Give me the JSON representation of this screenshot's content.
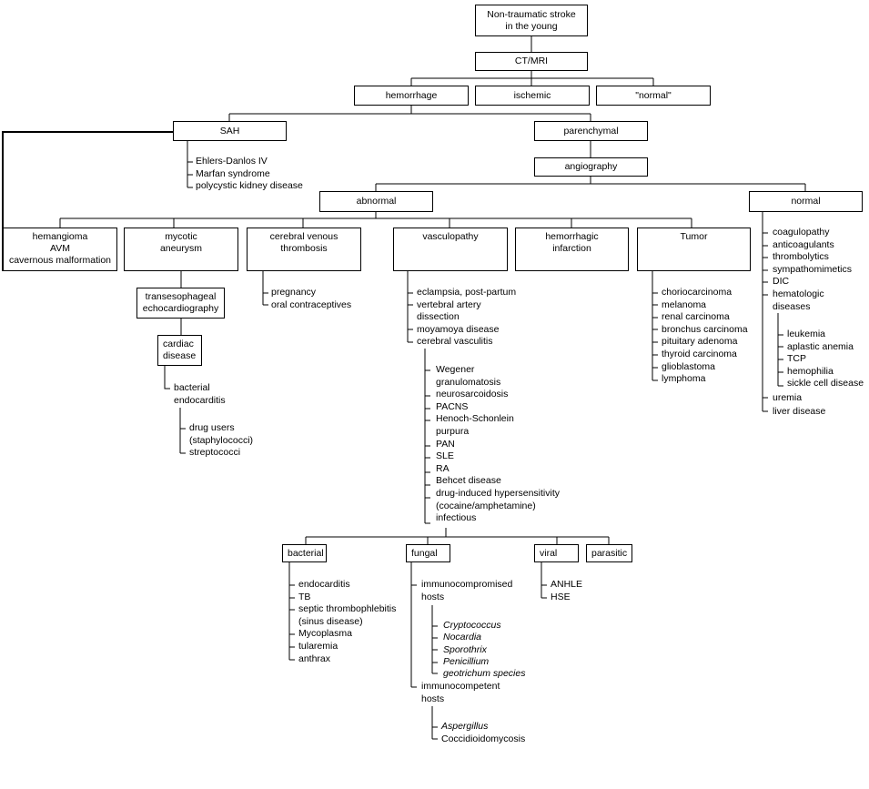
{
  "nodes": {
    "root": "Non-traumatic stroke\nin the young",
    "ctmri": "CT/MRI",
    "hemorrhage": "hemorrhage",
    "ischemic": "ischemic",
    "normal_q": "\"normal\"",
    "sah": "SAH",
    "parenchymal": "parenchymal",
    "angiography": "angiography",
    "abnormal": "abnormal",
    "normal": "normal",
    "hemangioma": "hemangioma\nAVM\ncavernous malformation",
    "mycotic": "mycotic\naneurysm",
    "venous": "cerebral venous\nthrombosis",
    "vasculopathy": "vasculopathy",
    "hemorrhagic": "hemorrhagic\ninfarction",
    "tumor": "Tumor",
    "tee": "transesophageal\nechocardiography",
    "cardiac": "cardiac\ndisease",
    "bacterial": "bacterial",
    "fungal": "fungal",
    "viral": "viral",
    "parasitic": "parasitic"
  },
  "lists": {
    "sah": [
      "Ehlers-Danlos IV",
      "Marfan syndrome",
      "polycystic kidney disease"
    ],
    "venous": [
      "pregnancy",
      "oral contraceptives"
    ],
    "cardiac": [
      "bacterial\nendocarditis"
    ],
    "endocarditis": [
      "drug users\n(staphylococci)",
      "streptococci"
    ],
    "vasculopathy": [
      "eclampsia, post-partum",
      "vertebral artery\ndissection",
      "moyamoya disease",
      "cerebral vasculitis"
    ],
    "vasculitis": [
      "Wegener\ngranulomatosis",
      "neurosarcoidosis",
      "PACNS",
      "Henoch-Schonlein\npurpura",
      "PAN",
      "SLE",
      "RA",
      "Behcet disease",
      "drug-induced hypersensitivity\n(cocaine/amphetamine)",
      "infectious"
    ],
    "tumor": [
      "choriocarcinoma",
      "melanoma",
      "renal carcinoma",
      "bronchus carcinoma",
      "pituitary adenoma",
      "thyroid carcinoma",
      "glioblastoma",
      "lymphoma"
    ],
    "normal": [
      "coagulopathy",
      "anticoagulants",
      "thrombolytics",
      "sympathomimetics",
      "DIC",
      "hematologic\n   diseases"
    ],
    "hematologic": [
      "leukemia",
      "aplastic anemia",
      "TCP",
      "hemophilia",
      "sickle cell disease"
    ],
    "normal_tail": [
      "uremia",
      "liver disease"
    ],
    "bacterial": [
      "endocarditis",
      "TB",
      "septic thrombophlebitis\n(sinus disease)",
      "Mycoplasma",
      "tularemia",
      "anthrax"
    ],
    "fungal_c": [
      "immunocompromised\nhosts"
    ],
    "fungal_c_sp": [
      "Cryptococcus",
      "Nocardia",
      "Sporothrix",
      "Penicillium",
      "geotrichum species"
    ],
    "fungal_i": [
      "immunocompetent\nhosts"
    ],
    "fungal_i_sp": [
      "Aspergillus",
      "Coccidioidomycosis"
    ],
    "viral": [
      "ANHLE",
      "HSE"
    ]
  }
}
